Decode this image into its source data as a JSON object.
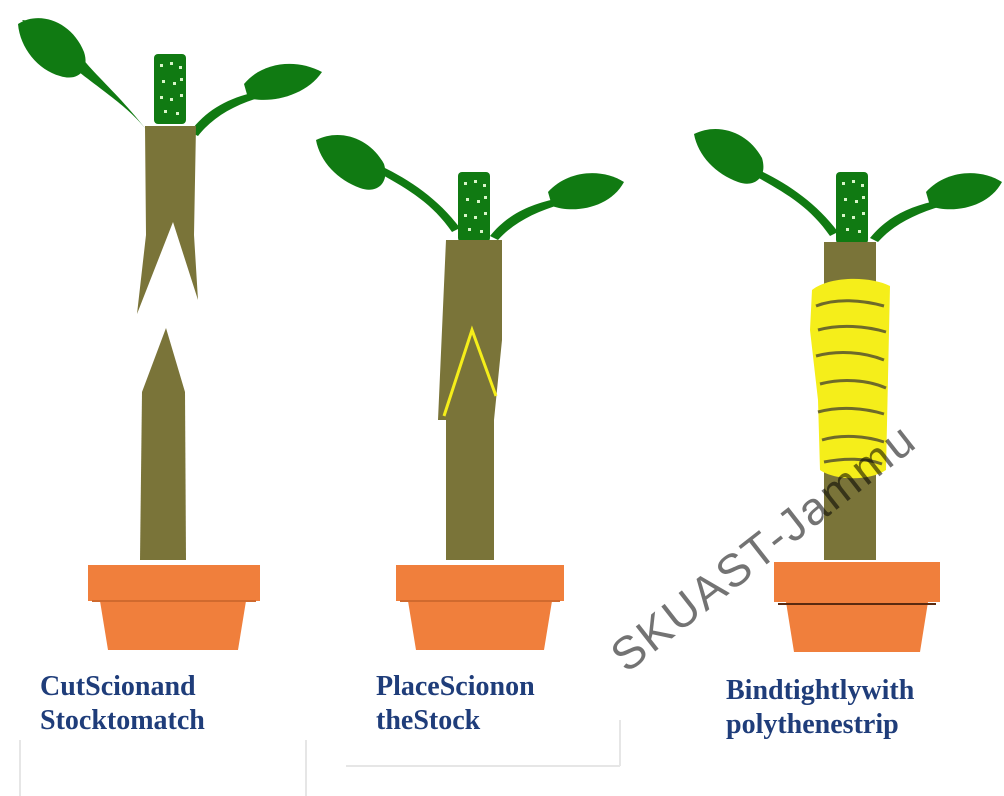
{
  "captions": {
    "step1": {
      "line1": "CutScionand",
      "line2": "Stocktomatch"
    },
    "step2": {
      "line1": "PlaceScionon",
      "line2": "theStock"
    },
    "step3": {
      "line1": "Bindtightlywith",
      "line2": "polythenestrip"
    }
  },
  "watermark": "SKUAST-Jammu",
  "colors": {
    "leaf": "#107a12",
    "stem": "#7a7439",
    "pot": "#f07f3c",
    "pot_rim": "#f07f3c",
    "tape": "#f5ee1a",
    "bud_dots": "#d8f5c8",
    "caption": "#1f3d7a"
  }
}
